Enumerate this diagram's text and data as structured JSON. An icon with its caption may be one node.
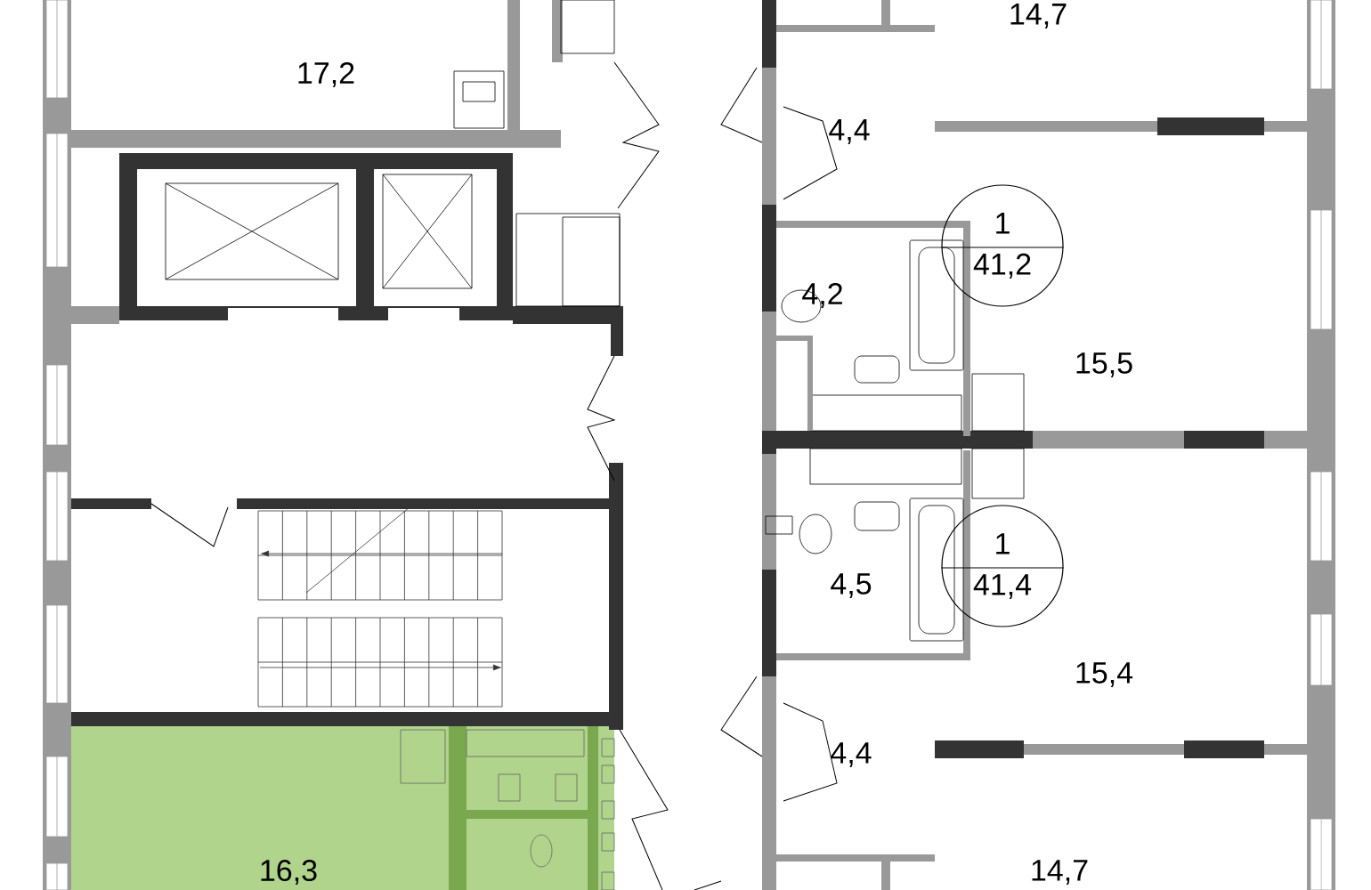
{
  "diagram": {
    "nodes": [
      {
        "text": [
          "1",
          "41,2"
        ]
      },
      {
        "text": [
          "1",
          "41,4"
        ]
      }
    ],
    "labels": [
      "17,2",
      "14,7",
      "4,4",
      "4,2",
      "15,5",
      "4,5",
      "15,4",
      "4,4",
      "16,3",
      "14,7"
    ]
  }
}
